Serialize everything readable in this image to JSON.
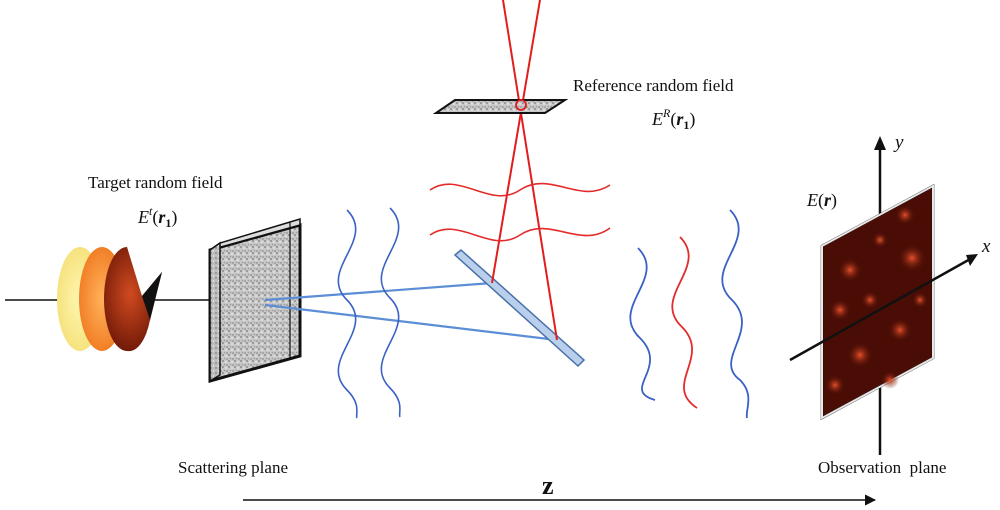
{
  "labels": {
    "target_title": "Target random field",
    "target_symbol": "E",
    "target_sup": "t",
    "target_arg": "r",
    "target_sub": "1",
    "reference_title": "Reference random field",
    "reference_symbol": "E",
    "reference_sup": "R",
    "reference_arg": "r",
    "reference_sub": "1",
    "observation_symbol": "E",
    "observation_arg": "r",
    "scattering_plane": "Scattering plane",
    "observation_plane": "Observation  plane",
    "z_axis": "z",
    "x_axis": "x",
    "y_axis": "y"
  },
  "colors": {
    "wave_blue": "#3a62c4",
    "wave_red": "#e32b2b",
    "beam_blue": "#5b8ed6",
    "beam_red": "#e11d1d",
    "splitter": "#b9d0ec",
    "observation_screen": "#4a0d05"
  }
}
